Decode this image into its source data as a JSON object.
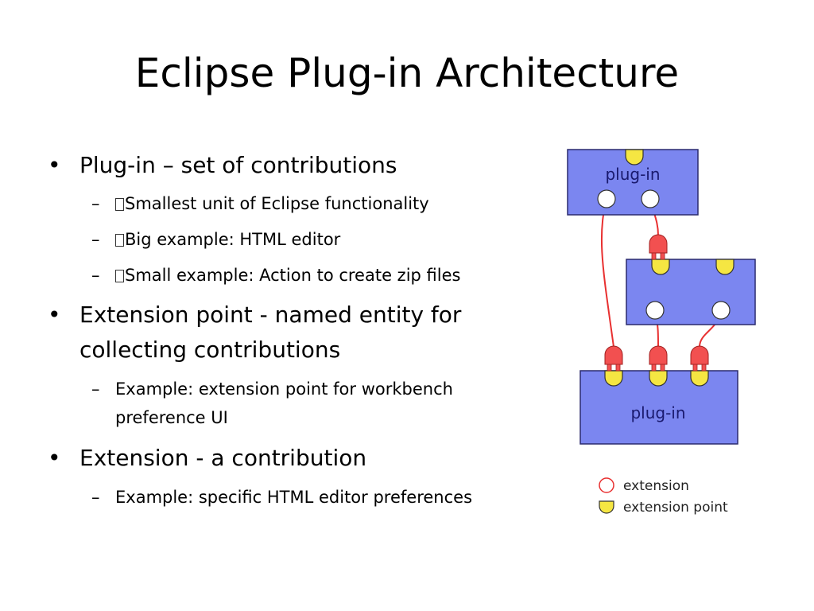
{
  "slide": {
    "title": "Eclipse Plug-in Architecture",
    "bullets": [
      {
        "text": "Plug-in – set of contributions",
        "subs": [
          "Smallest unit of Eclipse functionality",
          "Big example: HTML editor",
          "Small example: Action to create zip files"
        ]
      },
      {
        "text_line1": "Extension point - named entity for",
        "text_line2": "collecting contributions",
        "subs": [
          {
            "line1": "Example: extension point for workbench",
            "line2": "preference UI"
          }
        ]
      },
      {
        "text": "Extension - a contribution",
        "subs": [
          "Example: specific HTML editor preferences"
        ]
      }
    ],
    "bullet_glyph": "•",
    "dash_glyph": "–"
  },
  "diagram": {
    "top_box_label": "plug-in",
    "bottom_box_label": "plug-in",
    "legend": {
      "extension": "extension",
      "extension_point": "extension point"
    },
    "colors": {
      "box_fill": "#7b86f0",
      "box_stroke": "#2a2a6e",
      "extension_point": "#f5e642",
      "extension": "#ffffff",
      "plug": "#f25050"
    }
  }
}
